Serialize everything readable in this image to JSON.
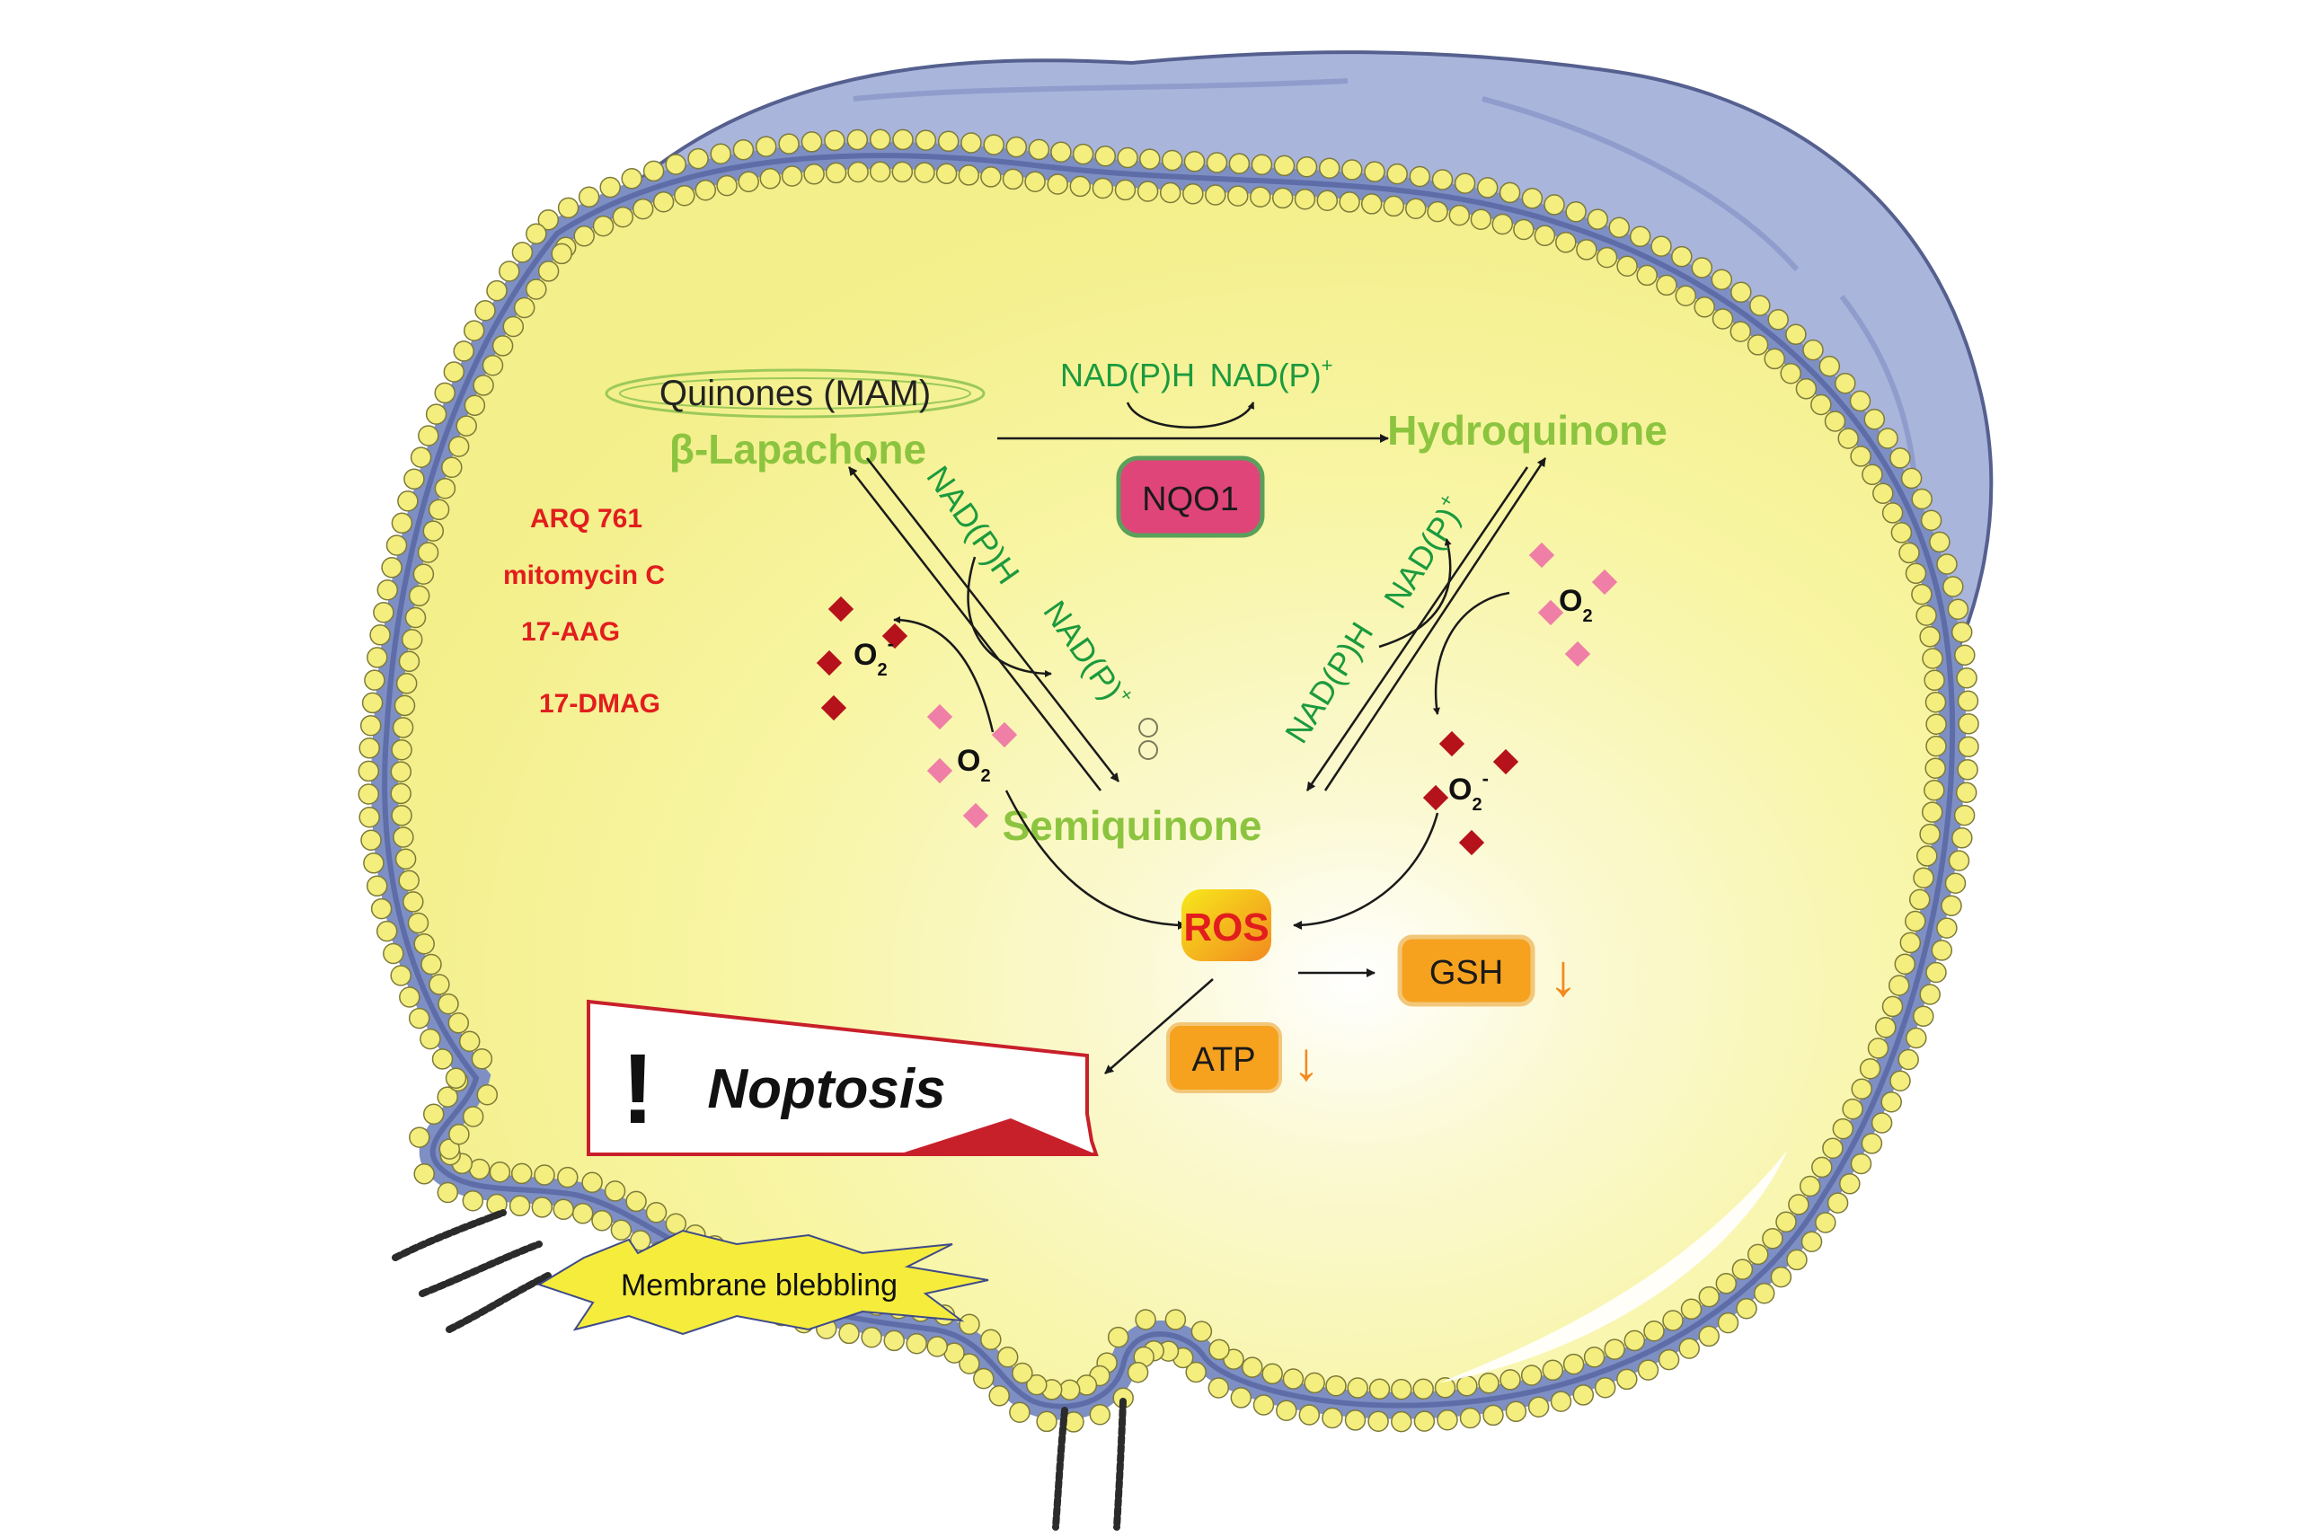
{
  "colors": {
    "cell_fill": "#f8f5a4",
    "membrane_bead": "#f3ee7e",
    "membrane_band": "#7e8fc4",
    "outer_fold": "#aab5dc",
    "label_green": "#8cc43f",
    "cofactor_green": "#1b9a3e",
    "drug_red": "#e21d1d",
    "nqo1_fill": "#e0457a",
    "orange_box": "#f6a21f",
    "o2_dark": "#b5121b",
    "o2_light": "#ef7fa6"
  },
  "labels": {
    "quinones": "Quinones (MAM)",
    "beta_lapachone": "β-Lapachone",
    "hydroquinone": "Hydroquinone",
    "semiquinone": "Semiquinone",
    "nqo1": "NQO1",
    "ros": "ROS",
    "gsh": "GSH",
    "atp": "ATP",
    "noptosis": "Noptosis",
    "exclamation": "!",
    "membrane_blebbing": "Membrane blebbling"
  },
  "cofactors": {
    "top_left": "NAD(P)H",
    "top_right": "NAD(P)",
    "left_diag_1": "NAD(P)H",
    "left_diag_2": "NAD(P)",
    "right_diag_1": "NAD(P)H",
    "right_diag_2": "NAD(P)",
    "plus": "+"
  },
  "oxygen": {
    "o2": "O",
    "sub": "2",
    "superoxide_mark": "-"
  },
  "drugs": [
    "ARQ 761",
    "mitomycin C",
    "17-AAG",
    "17-DMAG"
  ],
  "arrows": {
    "down": "↓"
  },
  "icons": {
    "membrane": "lipid-bilayer-icon",
    "burst": "starburst-icon"
  }
}
